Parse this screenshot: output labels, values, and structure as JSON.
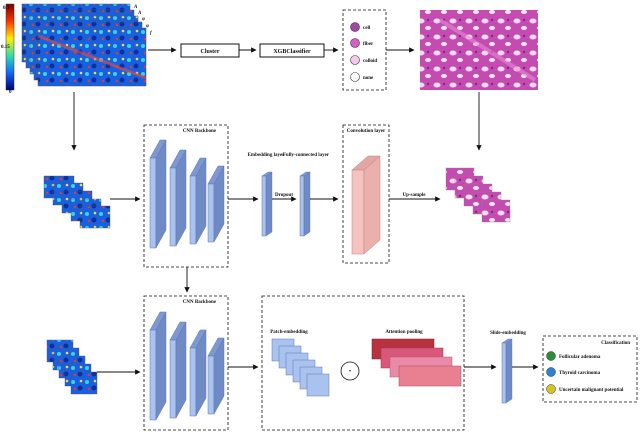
{
  "colorbar": {
    "max": "0.3",
    "mid": "0.15",
    "min": "0"
  },
  "channel_labels": [
    "A",
    "A",
    "φ",
    "φ",
    "f"
  ],
  "top_row": {
    "clustering": "Cluster",
    "classifier": "XGBClassifier",
    "legend": [
      {
        "label": "cell",
        "color": "#a347a3"
      },
      {
        "label": "fiber",
        "color": "#d55fc8"
      },
      {
        "label": "colloid",
        "color": "#f2c8ec"
      },
      {
        "label": "none",
        "color": "#ffffff"
      }
    ]
  },
  "middle_row": {
    "backbone_title": "CNN Backbone",
    "embedding_layer": "Embedding layer",
    "dropout": "Dropout",
    "fully_connected": "Fully-connected layer",
    "convolution_layer": "Convolution layer",
    "upsample": "Up-sample"
  },
  "bottom_row": {
    "backbone_title": "CNN Backbone",
    "patch_embedding": "Patch-embedding",
    "dot_symbol": "·",
    "attention_pooling": "Attention pooling",
    "slide_embedding": "Slide-embedding",
    "classification": {
      "title": "Classification",
      "items": [
        {
          "label": "Follicular adenoma",
          "color": "#2e8b3a"
        },
        {
          "label": "Thyroid carcinoma",
          "color": "#2f7fd6"
        },
        {
          "label": "Uncertain malignant potential",
          "color": "#d8c21c"
        }
      ]
    }
  },
  "colors": {
    "layer_fill": "#a9c2ee",
    "layer_stroke": "#5b79b8",
    "conv_fill": "#f4c3c0",
    "conv_stroke": "#c9807c",
    "attention": [
      "#b8333f",
      "#d9577a",
      "#e98aa8",
      "#e88092"
    ],
    "tissue_pink": "#c44bb0"
  }
}
